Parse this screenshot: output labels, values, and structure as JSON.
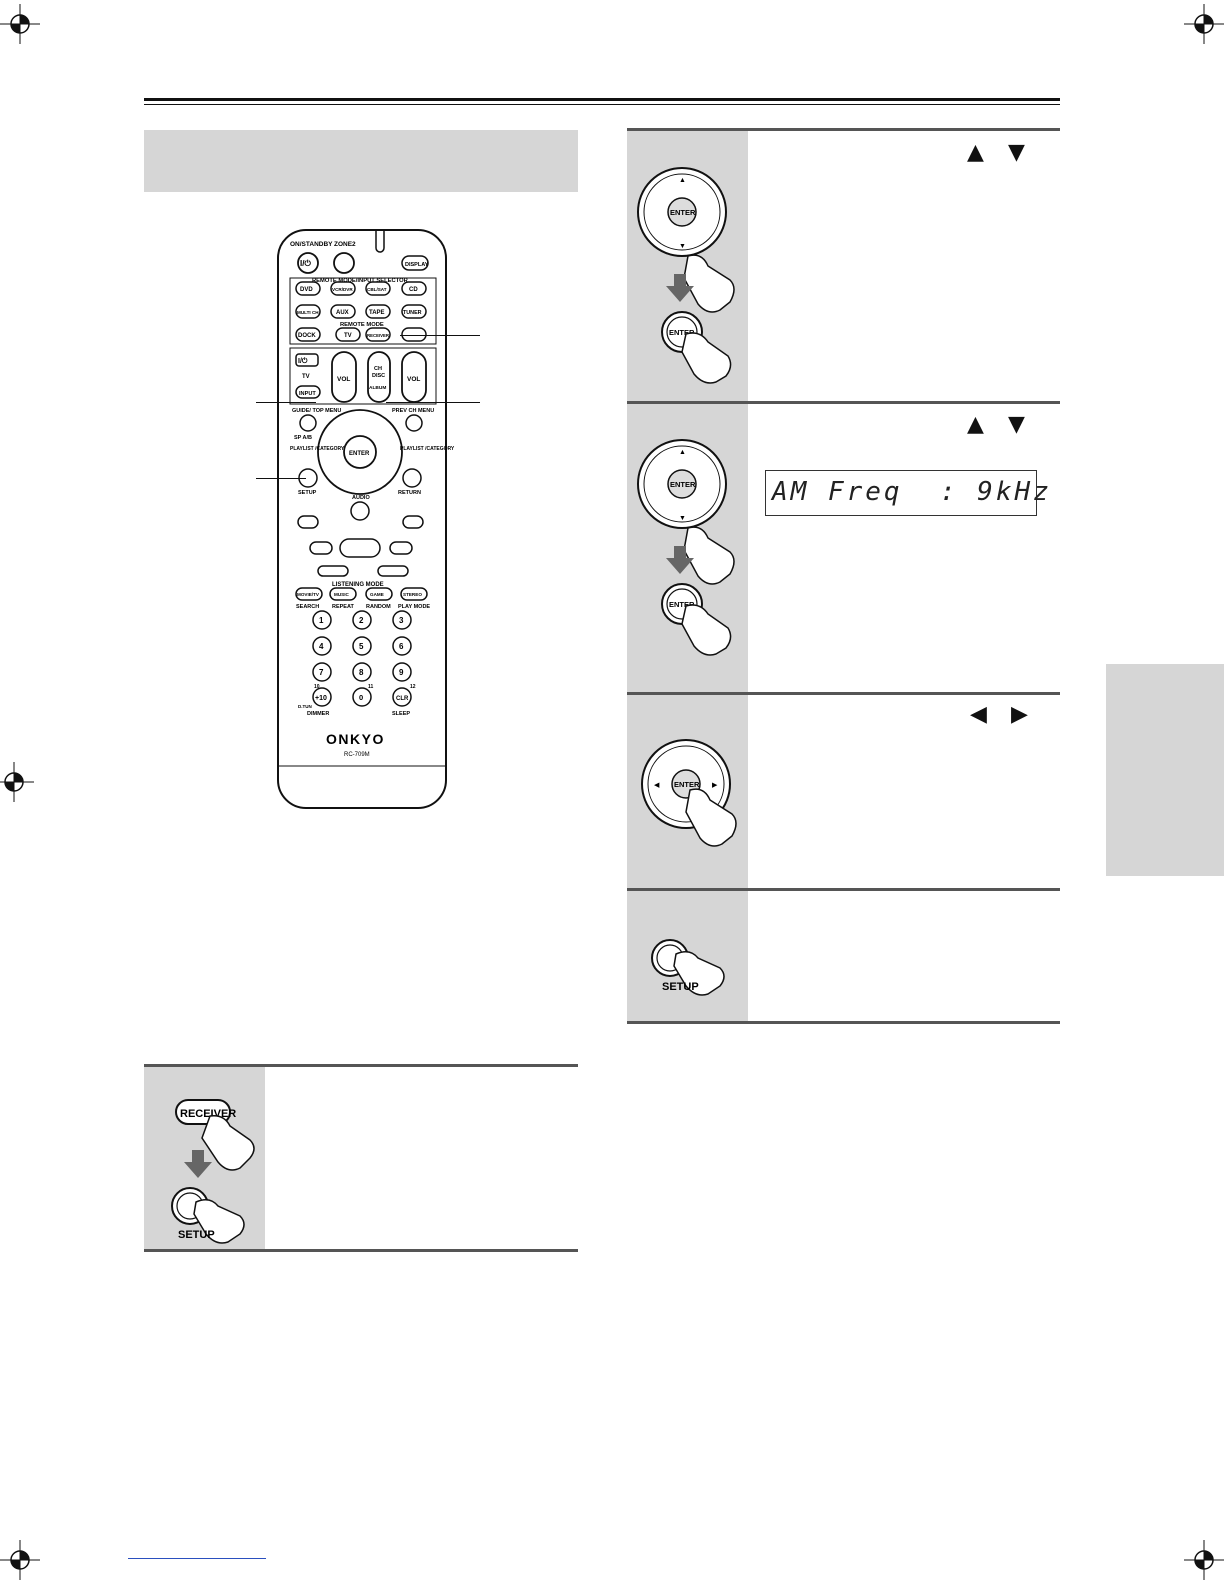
{
  "lcd": {
    "text": "AM Freq  : 9kHz"
  },
  "remote": {
    "brand": "ONKYO",
    "model": "RC-709M",
    "labels": {
      "on_standby": "ON/STANDBY",
      "zone2": "ZONE2",
      "display": "DISPLAY",
      "remote_mode_input_selector": "REMOTE MODE/INPUT SELECTOR",
      "dvd": "DVD",
      "vcr_dvr": "VCR/DVR",
      "cbl_sat": "CBL/SAT",
      "cd": "CD",
      "multi_ch": "MULTI CH",
      "aux": "AUX",
      "tape": "TAPE",
      "tuner": "TUNER",
      "remote_mode": "REMOTE MODE",
      "dock": "DOCK",
      "tv": "TV",
      "receiver": "RECEIVER",
      "power_symbol": "I/⏻",
      "tv_label": "TV",
      "input": "INPUT",
      "vol": "VOL",
      "ch_disc_album": "CH DISC ALBUM",
      "ch": "CH",
      "disc": "DISC",
      "album": "ALBUM",
      "guide_top_menu": "GUIDE/ TOP MENU",
      "prev_ch_menu": "PREV CH MENU",
      "sp_ab": "SP A/B",
      "playlist_category": "PLAYLIST /CATEGORY",
      "enter": "ENTER",
      "setup": "SETUP",
      "return": "RETURN",
      "audio": "AUDIO",
      "listening_mode": "LISTENING MODE",
      "movie_tv": "MOVIE/TV",
      "music": "MUSIC",
      "game": "GAME",
      "stereo": "STEREO",
      "search": "SEARCH",
      "repeat": "REPEAT",
      "random": "RANDOM",
      "play_mode": "PLAY MODE",
      "plus10": "+10",
      "zero": "0",
      "clr": "CLR",
      "ten": "10",
      "eleven": "11",
      "twelve": "12",
      "d_tun": "D.TUN",
      "dimmer": "DIMMER",
      "sleep": "SLEEP",
      "keys": [
        "1",
        "2",
        "3",
        "4",
        "5",
        "6",
        "7",
        "8",
        "9"
      ]
    }
  },
  "illustrations": {
    "enter": "ENTER",
    "setup": "SETUP",
    "receiver": "RECEIVER"
  },
  "icons": {
    "up": "▲",
    "down": "▼",
    "left": "◀",
    "right": "▶"
  }
}
